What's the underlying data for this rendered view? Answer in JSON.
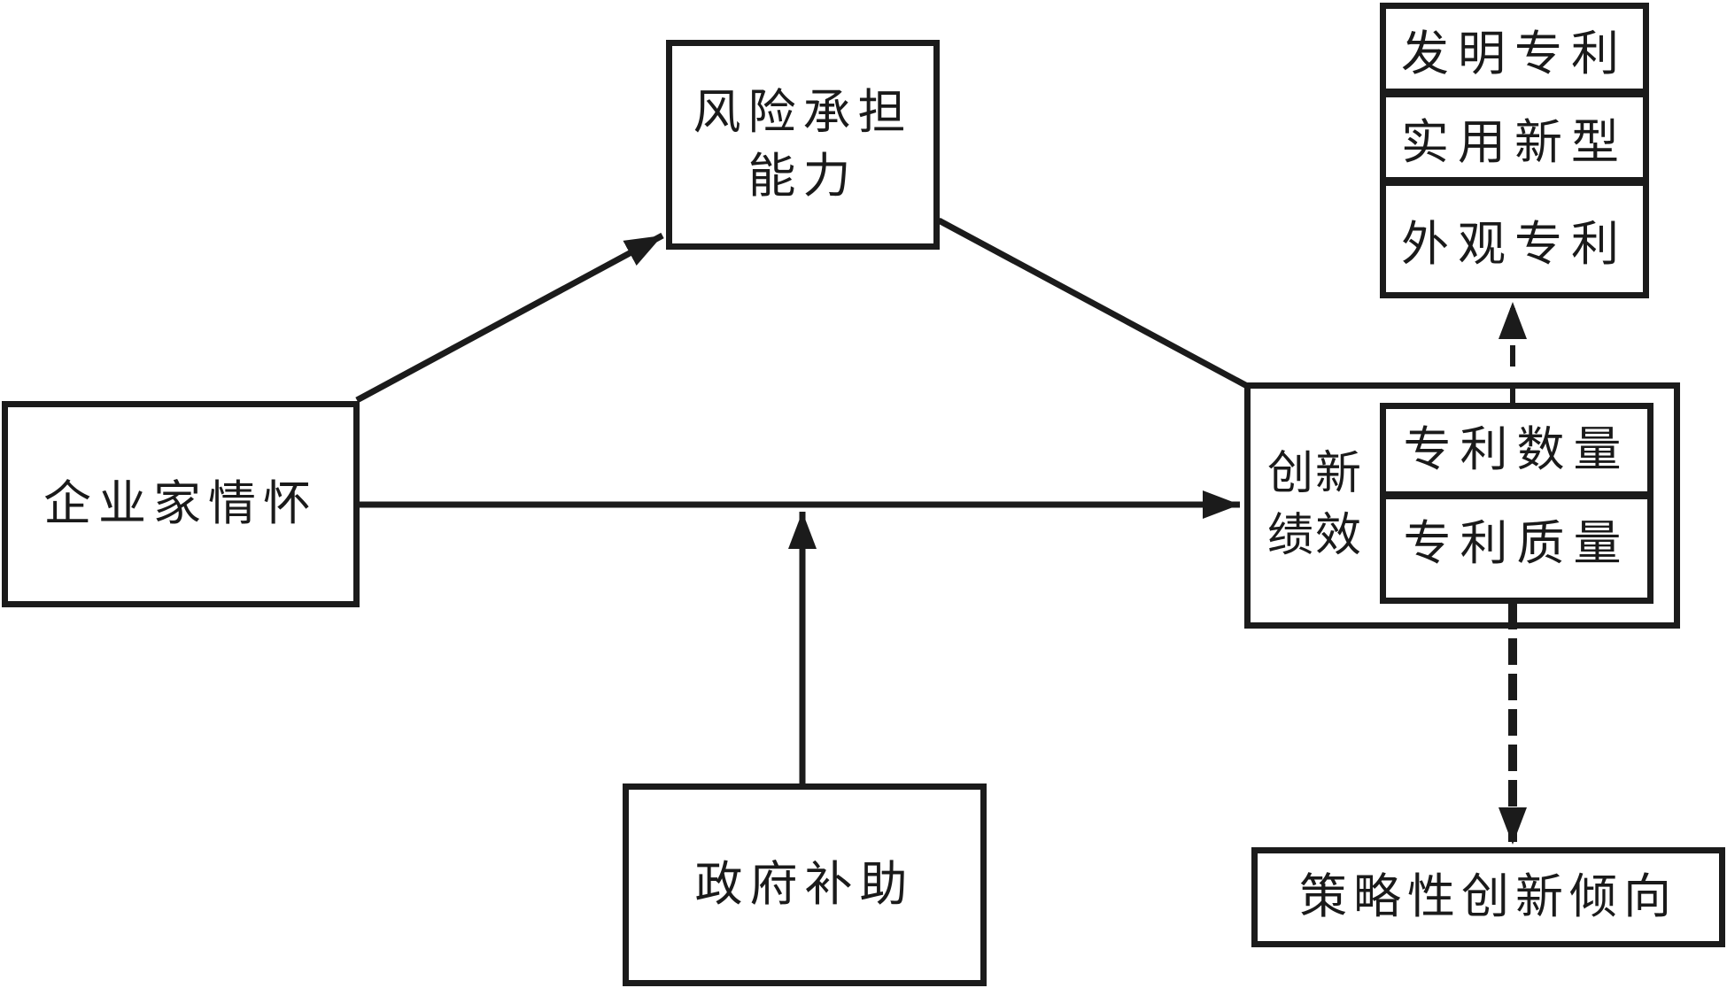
{
  "diagram": {
    "colors": {
      "ink": "#1b1b1b",
      "background": "#ffffff"
    },
    "nodes": {
      "entrepreneurship": {
        "label": "企业家情怀"
      },
      "risk_taking_capacity": {
        "line1": "风险承担",
        "line2": "能力"
      },
      "government_subsidy": {
        "label": "政府补助"
      },
      "innovation_performance": {
        "line1": "创新",
        "line2": "绩效"
      },
      "patent_quantity": {
        "label": "专利数量"
      },
      "patent_quality": {
        "label": "专利质量"
      },
      "invention_patent": {
        "label": "发明专利"
      },
      "utility_model_patent": {
        "label": "实用新型"
      },
      "design_patent": {
        "label": "外观专利"
      },
      "strategic_innovation_tendency": {
        "label": "策略性创新倾向"
      }
    },
    "edges": [
      {
        "from": "entrepreneurship",
        "to": "risk_taking_capacity",
        "style": "solid-arrow"
      },
      {
        "from": "risk_taking_capacity",
        "to": "innovation_performance",
        "style": "solid-line"
      },
      {
        "from": "entrepreneurship",
        "to": "innovation_performance",
        "style": "solid-arrow"
      },
      {
        "from": "government_subsidy",
        "to": "entrepreneurship-innovation_performance-path",
        "style": "solid-arrow-moderation"
      },
      {
        "from": "innovation_performance",
        "to": "design_patent",
        "style": "dashed-arrow"
      },
      {
        "from": "innovation_performance",
        "to": "strategic_innovation_tendency",
        "style": "thick-dashed-arrow"
      }
    ]
  }
}
